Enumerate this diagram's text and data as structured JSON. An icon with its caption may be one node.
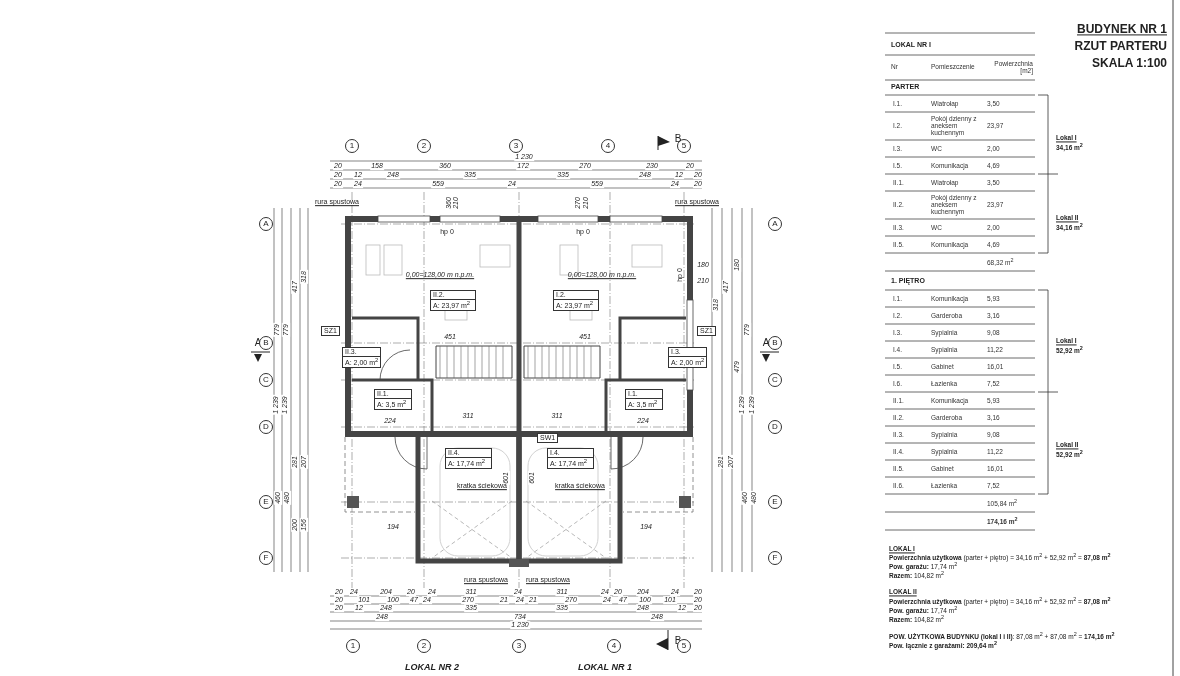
{
  "diagram": {
    "nodes": [
      {
        "text": [
          "II.2.",
          "A: 23,97 m$^{2}$"
        ]
      },
      {
        "text": [
          "I.2.",
          "A: 23,97 m$^{2}$"
        ]
      },
      {
        "text": [
          "SZ1"
        ]
      },
      {
        "text": [
          "SZ1"
        ]
      },
      {
        "text": [
          "II.3.",
          "A: 2,00 m$^{2}$"
        ]
      },
      {
        "text": [
          "I.3.",
          "A: 2,00 m$^{2}$"
        ]
      },
      {
        "text": [
          "II.1.",
          "A: 3,5 m$^{2}$"
        ]
      },
      {
        "text": [
          "I.1.",
          "A: 3,5 m$^{2}$"
        ]
      },
      {
        "text": [
          "SW1"
        ]
      },
      {
        "text": [
          "II.4.",
          "A: 17,74 m$^{2}$"
        ]
      },
      {
        "text": [
          "I.4.",
          "A: 17,74 m$^{2}$"
        ]
      }
    ],
    "labels": [
      "BUDYNEK NR 1",
      "RZUT PARTERU",
      "SKALA 1:100",
      "1",
      "2",
      "3",
      "4",
      "5",
      "1 230",
      "20",
      "158",
      "360",
      "172",
      "270",
      "230",
      "20",
      "20",
      "12",
      "248",
      "335",
      "335",
      "248",
      "12",
      "20",
      "20",
      "24",
      "559",
      "24",
      "559",
      "24",
      "20",
      "B",
      "B",
      "A",
      "A",
      "A",
      "B",
      "C",
      "D",
      "E",
      "F",
      "A",
      "B",
      "C",
      "D",
      "E",
      "F",
      "360",
      "210",
      "270",
      "210",
      "180",
      "210",
      "hp 0",
      "hp 0",
      "hp 0",
      "0,00=128,00 m n.p.m.",
      "0,00=128,00 m n.p.m.",
      "779",
      "779",
      "417",
      "318",
      "1 239",
      "1 239",
      "460",
      "480",
      "281",
      "207",
      "200",
      "156",
      "318",
      "417",
      "180",
      "779",
      "479",
      "1 239",
      "1 239",
      "281",
      "207",
      "460",
      "480",
      "451",
      "451",
      "311",
      "311",
      "224",
      "224",
      "601",
      "601",
      "194",
      "194",
      "rura spustowa",
      "rura spustowa",
      "rura spustowa",
      "rura spustowa",
      "kratka ściekowa",
      "kratka ściekowa",
      "20",
      "24",
      "204",
      "20",
      "24",
      "311",
      "24",
      "311",
      "24",
      "20",
      "204",
      "24",
      "20",
      "20",
      "101",
      "100",
      "47",
      "24",
      "270",
      "21",
      "24",
      "21",
      "270",
      "24",
      "47",
      "100",
      "101",
      "20",
      "20",
      "12",
      "248",
      "335",
      "335",
      "248",
      "12",
      "20",
      "248",
      "734",
      "248",
      "1 230",
      "1",
      "2",
      "3",
      "4",
      "5",
      "LOKAL NR 2",
      "LOKAL NR 1",
      "LOKAL NR I",
      "Nr",
      "Pomieszczenie",
      "Powierzchnia [m2]",
      "PARTER",
      "I.1.",
      "Wiatrołap",
      "3,50",
      "I.2.",
      "Pokój dzienny z aneksem kuchennym",
      "23,97",
      "I.3.",
      "WC",
      "2,00",
      "I.5.",
      "Komunikacja",
      "4,69",
      "II.1.",
      "Wiatrołap",
      "3,50",
      "II.2.",
      "Pokój dzienny z aneksem kuchennym",
      "23,97",
      "II.3.",
      "WC",
      "2,00",
      "II.5.",
      "Komunikacja",
      "4,69",
      "68,32 m$^{2}$",
      "1. PIĘTRO",
      "I.1.",
      "Komunikacja",
      "5,93",
      "I.2.",
      "Garderoba",
      "3,16",
      "I.3.",
      "Sypialnia",
      "9,08",
      "I.4.",
      "Sypialnia",
      "11,22",
      "I.5.",
      "Gabinet",
      "16,01",
      "I.6.",
      "Łazienka",
      "7,52",
      "II.1.",
      "Komunikacja",
      "5,93",
      "II.2.",
      "Garderoba",
      "3,16",
      "II.3.",
      "Sypialnia",
      "9,08",
      "II.4.",
      "Sypialnia",
      "11,22",
      "II.5.",
      "Gabinet",
      "16,01",
      "II.6.",
      "Łazienka",
      "7,52",
      "105,84 m$^{2}$",
      "**174,16 m$^{2}$**",
      "Lokal I",
      "34,16 m$^{2}$",
      "Lokal II",
      "34,16 m$^{2}$",
      "Lokal I",
      "52,92 m$^{2}$",
      "Lokal II",
      "52,92 m$^{2}$",
      "LOKAL I",
      "**Powierzchnia użytkowa** (parter + piętro) = 34,16 m$^{2}$ + 52,92 m$^{2}$ = **87,08 m$^{2}$**",
      "**Pow. garażu:** 17,74 m$^{2}$",
      "**Razem:** 104,82 m$^{2}$",
      "LOKAL II",
      "**Powierzchnia użytkowa** (parter + piętro) = 34,16 m$^{2}$ + 52,92 m$^{2}$ = **87,08 m$^{2}$**",
      "**Pow. garażu:** 17,74 m$^{2}$",
      "**Razem:** 104,82 m$^{2}$",
      "**POW. UŻYTKOWA BUDYNKU (lokal I i II)**: 87,08 m$^{2}$ + 87,08 m$^{2}$ = **174,16 m$^{2}$**",
      "Pow. łącznie z garażami: 209,64 m$^{2}$"
    ]
  }
}
